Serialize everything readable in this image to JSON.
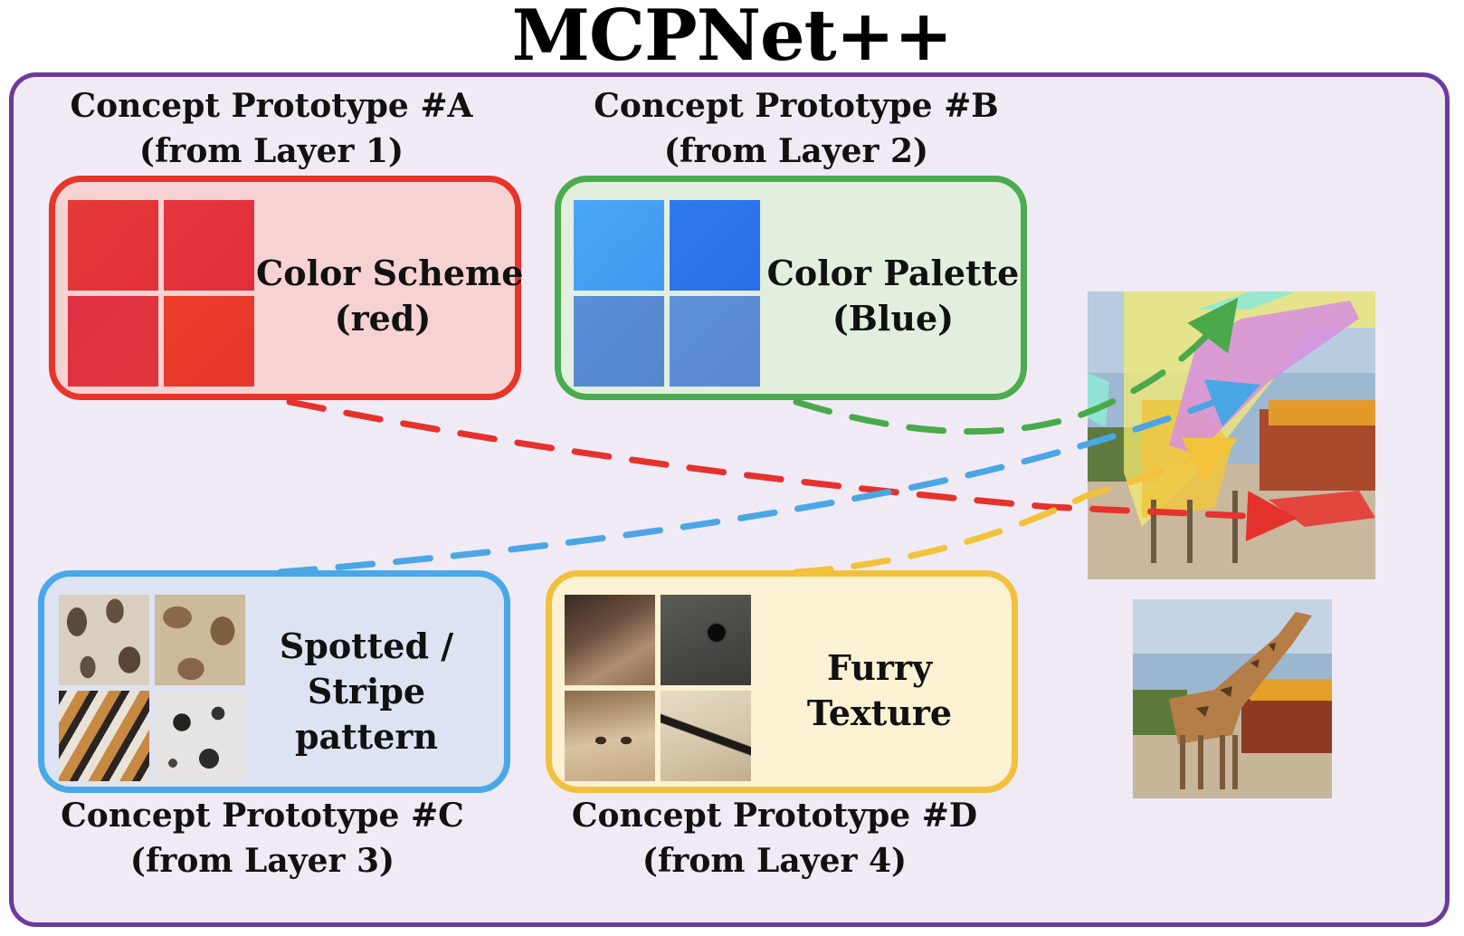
{
  "title": "MCPNet++",
  "prototypes": [
    {
      "caption_line1": "Concept Prototype #A",
      "caption_line2": "(from Layer 1)",
      "label_lines": [
        "Color Scheme",
        "(red)"
      ],
      "colors": {
        "border": "#e8342a",
        "fill": "#f6d2d3",
        "arrow": "#e5322c"
      },
      "tiles": [
        "#e53237",
        "#e3313c",
        "#e0323f",
        "#ea3a2b"
      ]
    },
    {
      "caption_line1": "Concept Prototype #B",
      "caption_line2": "(from Layer 2)",
      "label_lines": [
        "Color Palette",
        "(Blue)"
      ],
      "colors": {
        "border": "#4cab50",
        "fill": "#e2efde",
        "arrow": "#4aa94b"
      },
      "tiles": [
        "#46a0f4",
        "#2c74ec",
        "#5a8ad4",
        "#5b8bd6"
      ]
    },
    {
      "caption_line1": "Concept Prototype #C",
      "caption_line2": "(from Layer 3)",
      "label_lines": [
        "Spotted /",
        "Stripe",
        "pattern"
      ],
      "colors": {
        "border": "#4aa8e8",
        "fill": "#dde3f2",
        "arrow": "#4aa6e4"
      },
      "tiles": [
        "giraffe-spots",
        "giraffe-patches",
        "tiger-stripes",
        "cow-spots"
      ]
    },
    {
      "caption_line1": "Concept Prototype #D",
      "caption_line2": "(from Layer 4)",
      "label_lines": [
        "Furry",
        "Texture"
      ],
      "colors": {
        "border": "#f1c13e",
        "fill": "#fbf1d3",
        "arrow": "#f3c23b"
      },
      "tiles": [
        "fur-closeup",
        "animal-eye",
        "giraffe-muzzle",
        "animal-nose"
      ]
    }
  ],
  "images": {
    "explained": "giraffe-with-concept-heatmap",
    "original": "giraffe-photo"
  },
  "colors": {
    "frame_border": "#6a3a9c",
    "frame_fill": "#f0eaf4"
  }
}
